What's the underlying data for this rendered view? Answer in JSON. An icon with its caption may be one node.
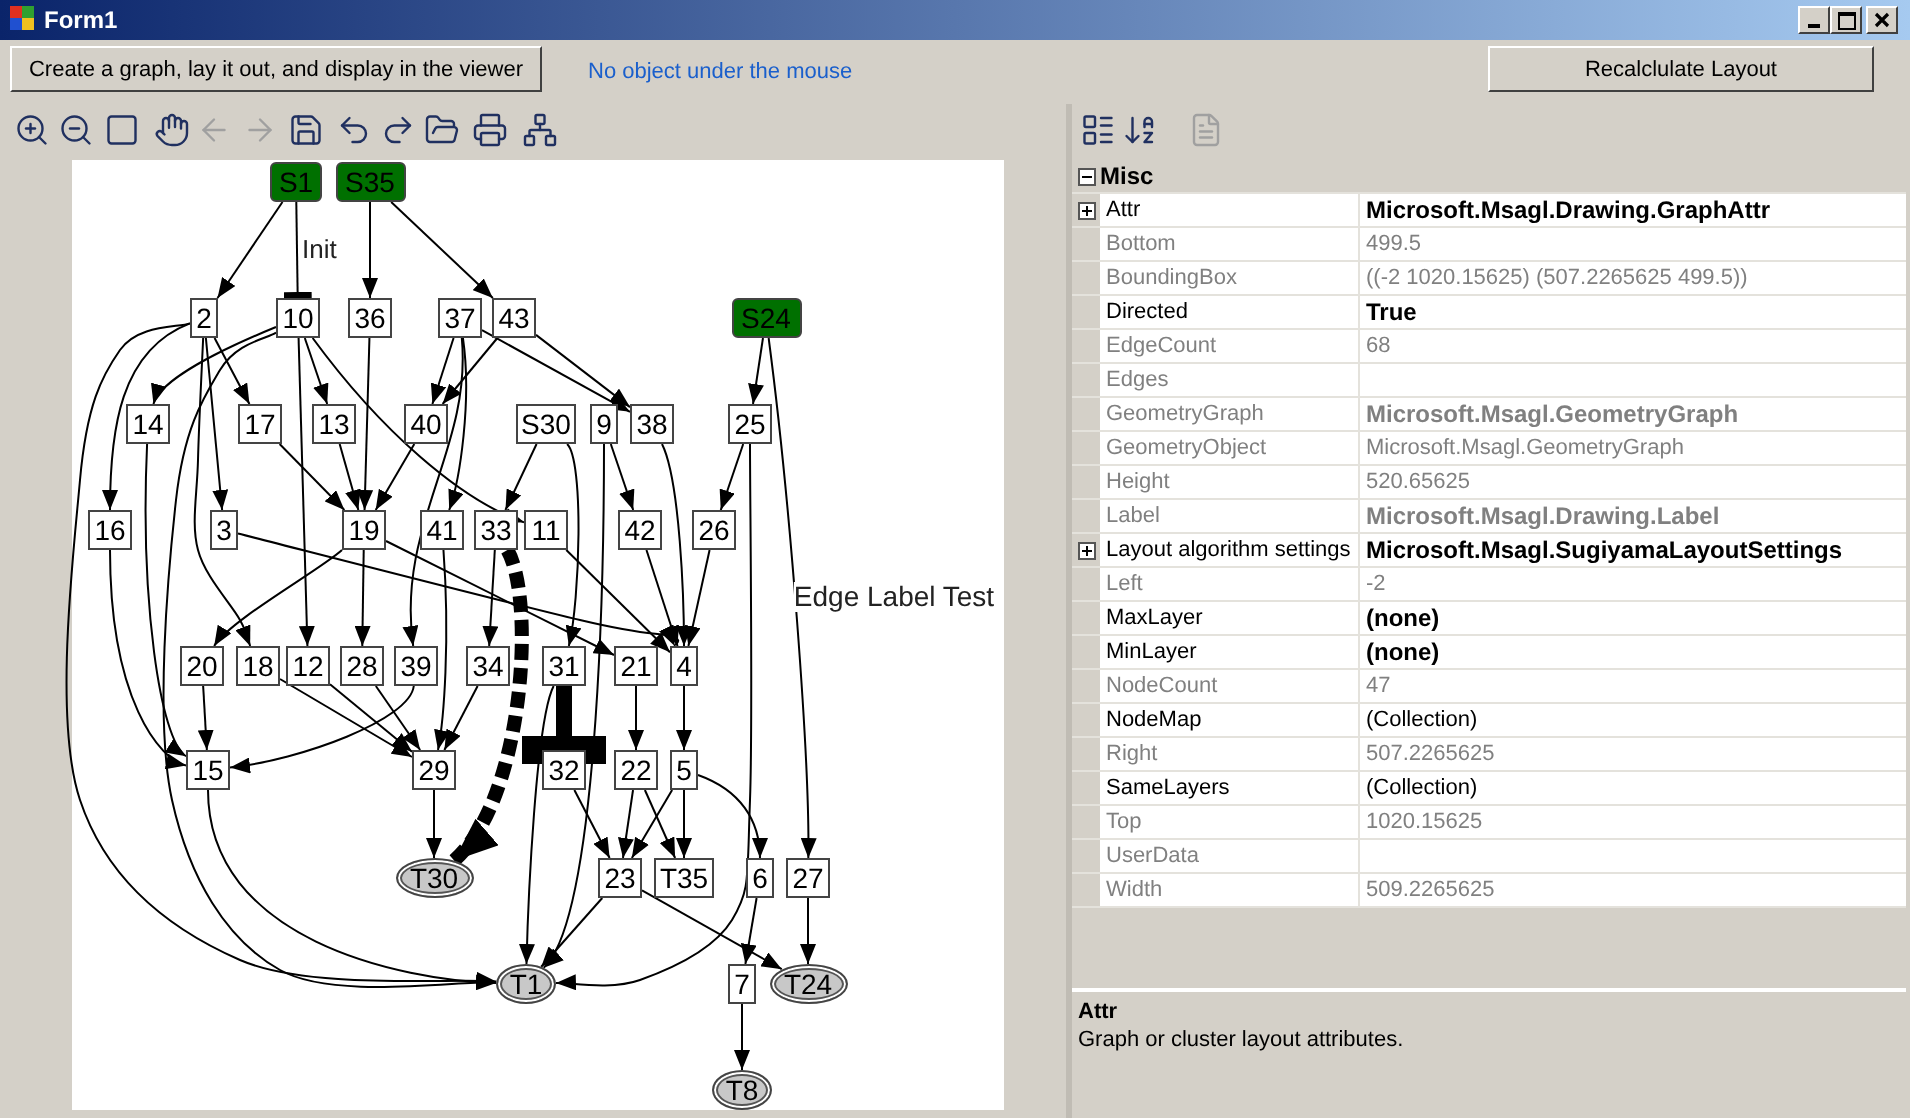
{
  "diagram": {
    "nodes": [
      {
        "text": [
          "S1"
        ]
      },
      {
        "text": [
          "S35"
        ]
      },
      {
        "text": [
          "2"
        ]
      },
      {
        "text": [
          "10"
        ]
      },
      {
        "text": [
          "36"
        ]
      },
      {
        "text": [
          "37"
        ]
      },
      {
        "text": [
          "43"
        ]
      },
      {
        "text": [
          "S24"
        ]
      },
      {
        "text": [
          "14"
        ]
      },
      {
        "text": [
          "17"
        ]
      },
      {
        "text": [
          "13"
        ]
      },
      {
        "text": [
          "40"
        ]
      },
      {
        "text": [
          "S30"
        ]
      },
      {
        "text": [
          "9"
        ]
      },
      {
        "text": [
          "38"
        ]
      },
      {
        "text": [
          "25"
        ]
      },
      {
        "text": [
          "16"
        ]
      },
      {
        "text": [
          "3"
        ]
      },
      {
        "text": [
          "19"
        ]
      },
      {
        "text": [
          "41"
        ]
      },
      {
        "text": [
          "33"
        ]
      },
      {
        "text": [
          "11"
        ]
      },
      {
        "text": [
          "42"
        ]
      },
      {
        "text": [
          "26"
        ]
      },
      {
        "text": [
          "20"
        ]
      },
      {
        "text": [
          "18"
        ]
      },
      {
        "text": [
          "12"
        ]
      },
      {
        "text": [
          "28"
        ]
      },
      {
        "text": [
          "39"
        ]
      },
      {
        "text": [
          "34"
        ]
      },
      {
        "text": [
          "31"
        ]
      },
      {
        "text": [
          "21"
        ]
      },
      {
        "text": [
          "4"
        ]
      },
      {
        "text": [
          "15"
        ]
      },
      {
        "text": [
          "29"
        ]
      },
      {
        "text": [
          "32"
        ]
      },
      {
        "text": [
          "22"
        ]
      },
      {
        "text": [
          "5"
        ]
      },
      {
        "text": [
          "T30"
        ]
      },
      {
        "text": [
          "23"
        ]
      },
      {
        "text": [
          "T35"
        ]
      },
      {
        "text": [
          "6"
        ]
      },
      {
        "text": [
          "27"
        ]
      },
      {
        "text": [
          "T1"
        ]
      },
      {
        "text": [
          "7"
        ]
      },
      {
        "text": [
          "T24"
        ]
      },
      {
        "text": [
          "T8"
        ]
      }
    ],
    "edges": [
      {
        "from": 0,
        "to": 2,
        "arrow": "to"
      },
      {
        "from": 0,
        "to": 3,
        "arrow": "other",
        "label": "Init"
      },
      {
        "from": 1,
        "to": 4,
        "arrow": "to"
      },
      {
        "from": 1,
        "to": 6,
        "arrow": "to"
      },
      {
        "from": 2,
        "to": 16,
        "arrow": "to"
      },
      {
        "from": 2,
        "to": 43,
        "arrow": "to"
      },
      {
        "from": 2,
        "to": 9,
        "arrow": "to"
      },
      {
        "from": 2,
        "to": 17,
        "arrow": "to"
      },
      {
        "from": 2,
        "to": 25,
        "arrow": "to"
      },
      {
        "from": 3,
        "to": 8,
        "arrow": "to"
      },
      {
        "from": 3,
        "to": 43,
        "arrow": "to"
      },
      {
        "from": 3,
        "to": 10,
        "arrow": "to"
      },
      {
        "from": 3,
        "to": 26,
        "arrow": "to"
      },
      {
        "from": 3,
        "to": 21,
        "arrow": "to"
      },
      {
        "from": 8,
        "to": 33,
        "arrow": "to"
      },
      {
        "from": 16,
        "to": 33,
        "arrow": "to"
      },
      {
        "from": 9,
        "to": 18,
        "arrow": "to"
      },
      {
        "from": 10,
        "to": 18,
        "arrow": "to"
      },
      {
        "from": 4,
        "to": 18,
        "arrow": "to"
      },
      {
        "from": 11,
        "to": 18,
        "arrow": "to"
      },
      {
        "from": 5,
        "to": 11,
        "arrow": "to"
      },
      {
        "from": 6,
        "to": 11,
        "arrow": "to"
      },
      {
        "from": 5,
        "to": 19,
        "arrow": "to"
      },
      {
        "from": 5,
        "to": 14,
        "arrow": "to"
      },
      {
        "from": 6,
        "to": 14,
        "arrow": "to"
      },
      {
        "from": 5,
        "to": 28,
        "arrow": "to"
      },
      {
        "from": 17,
        "to": 32,
        "arrow": "to"
      },
      {
        "from": 18,
        "to": 31,
        "arrow": "to"
      },
      {
        "from": 18,
        "to": 27,
        "arrow": "to"
      },
      {
        "from": 18,
        "to": 24,
        "arrow": "to"
      },
      {
        "from": 12,
        "to": 20,
        "arrow": "to"
      },
      {
        "from": 12,
        "to": 30,
        "arrow": "to"
      },
      {
        "from": 13,
        "to": 22,
        "arrow": "to"
      },
      {
        "from": 13,
        "to": 43,
        "arrow": "to"
      },
      {
        "from": 14,
        "to": 32,
        "arrow": "to"
      },
      {
        "from": 22,
        "to": 32,
        "arrow": "to"
      },
      {
        "from": 23,
        "to": 32,
        "arrow": "to"
      },
      {
        "from": 21,
        "to": 32,
        "arrow": "to"
      },
      {
        "from": 15,
        "to": 23,
        "arrow": "to"
      },
      {
        "from": 15,
        "to": 43,
        "arrow": "to"
      },
      {
        "from": 7,
        "to": 15,
        "arrow": "to"
      },
      {
        "from": 7,
        "to": 42,
        "arrow": "to",
        "label": "Edge Label Test"
      },
      {
        "from": 20,
        "to": 38,
        "arrow": "to",
        "style": "dashed"
      },
      {
        "from": 20,
        "to": 29,
        "arrow": "to"
      },
      {
        "from": 30,
        "to": 35,
        "arrow": "other",
        "style": "thick"
      },
      {
        "from": 30,
        "to": 43,
        "arrow": "to"
      },
      {
        "from": 28,
        "to": 33,
        "arrow": "to"
      },
      {
        "from": 24,
        "to": 33,
        "arrow": "to"
      },
      {
        "from": 25,
        "to": 34,
        "arrow": "to"
      },
      {
        "from": 26,
        "to": 34,
        "arrow": "to"
      },
      {
        "from": 27,
        "to": 34,
        "arrow": "to"
      },
      {
        "from": 19,
        "to": 34,
        "arrow": "to"
      },
      {
        "from": 29,
        "to": 34,
        "arrow": "to"
      },
      {
        "from": 34,
        "to": 38,
        "arrow": "to"
      },
      {
        "from": 33,
        "to": 43,
        "arrow": "to"
      },
      {
        "from": 31,
        "to": 36,
        "arrow": "to"
      },
      {
        "from": 32,
        "to": 37,
        "arrow": "to"
      },
      {
        "from": 37,
        "to": 39,
        "arrow": "to"
      },
      {
        "from": 37,
        "to": 40,
        "arrow": "to"
      },
      {
        "from": 37,
        "to": 41,
        "arrow": "to"
      },
      {
        "from": 36,
        "to": 39,
        "arrow": "to"
      },
      {
        "from": 36,
        "to": 40,
        "arrow": "to"
      },
      {
        "from": 35,
        "to": 39,
        "arrow": "to"
      },
      {
        "from": 39,
        "to": 43,
        "arrow": "to"
      },
      {
        "from": 39,
        "to": 45,
        "arrow": "to"
      },
      {
        "from": 42,
        "to": 45,
        "arrow": "to"
      },
      {
        "from": 41,
        "to": 44,
        "arrow": "to"
      },
      {
        "from": 44,
        "to": 46,
        "arrow": "to"
      }
    ],
    "labels": [
      "Form1",
      "Create a graph, lay it out, and display in the viewer",
      "No object under the mouse",
      "Recalclulate Layout",
      "Misc",
      "Attr",
      "Microsoft.Msagl.Drawing.GraphAttr",
      "Bottom",
      "499.5",
      "BoundingBox",
      "((-2 1020.15625) (507.2265625 499.5))",
      "Directed",
      "True",
      "EdgeCount",
      "68",
      "Edges",
      "GeometryGraph",
      "Microsoft.Msagl.GeometryGraph",
      "GeometryObject",
      "Microsoft.Msagl.GeometryGraph",
      "Height",
      "520.65625",
      "Label",
      "Microsoft.Msagl.Drawing.Label",
      "Layout algorithm settings",
      "Microsoft.Msagl.SugiyamaLayoutSettings",
      "Left",
      "-2",
      "MaxLayer",
      "(none)",
      "MinLayer",
      "(none)",
      "NodeCount",
      "47",
      "NodeMap",
      "(Collection)",
      "Right",
      "507.2265625",
      "SameLayers",
      "(Collection)",
      "Top",
      "1020.15625",
      "UserData",
      "Width",
      "509.2265625",
      "Attr",
      "Graph or cluster layout attributes."
    ]
  }
}
